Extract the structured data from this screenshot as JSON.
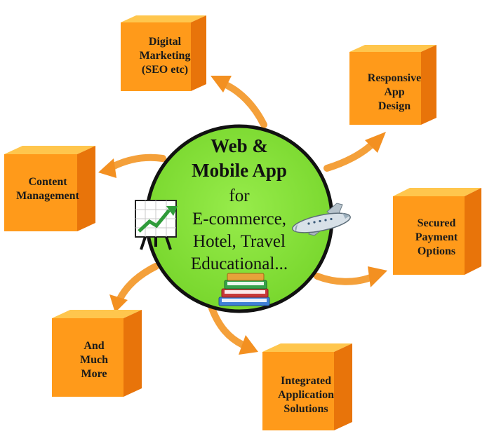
{
  "hub": {
    "lines": [
      "Web &",
      "Mobile App",
      "for",
      "E-commerce,",
      "Hotel, Travel",
      "Educational..."
    ],
    "fill_color": "#86e23a",
    "border_color": "#111111"
  },
  "boxes": [
    {
      "id": "digital-marketing",
      "lines": [
        "Digital",
        "Marketing",
        "(SEO etc)"
      ]
    },
    {
      "id": "responsive-app",
      "lines": [
        "Responsive",
        "App",
        "Design"
      ]
    },
    {
      "id": "content-management",
      "lines": [
        "Content",
        "Management"
      ]
    },
    {
      "id": "secured-payment",
      "lines": [
        "Secured",
        "Payment",
        "Options"
      ]
    },
    {
      "id": "and-much-more",
      "lines": [
        "And",
        "Much",
        "More"
      ]
    },
    {
      "id": "integrated-solutions",
      "lines": [
        "Integrated",
        "Application",
        "Solutions"
      ]
    }
  ],
  "colors": {
    "cube_front": "#ff9a1a",
    "cube_top": "#ffc64d",
    "cube_side": "#e8740a",
    "arrow": "#f59a2a"
  },
  "icons": [
    "growth-chart-icon",
    "airplane-icon",
    "books-icon"
  ]
}
